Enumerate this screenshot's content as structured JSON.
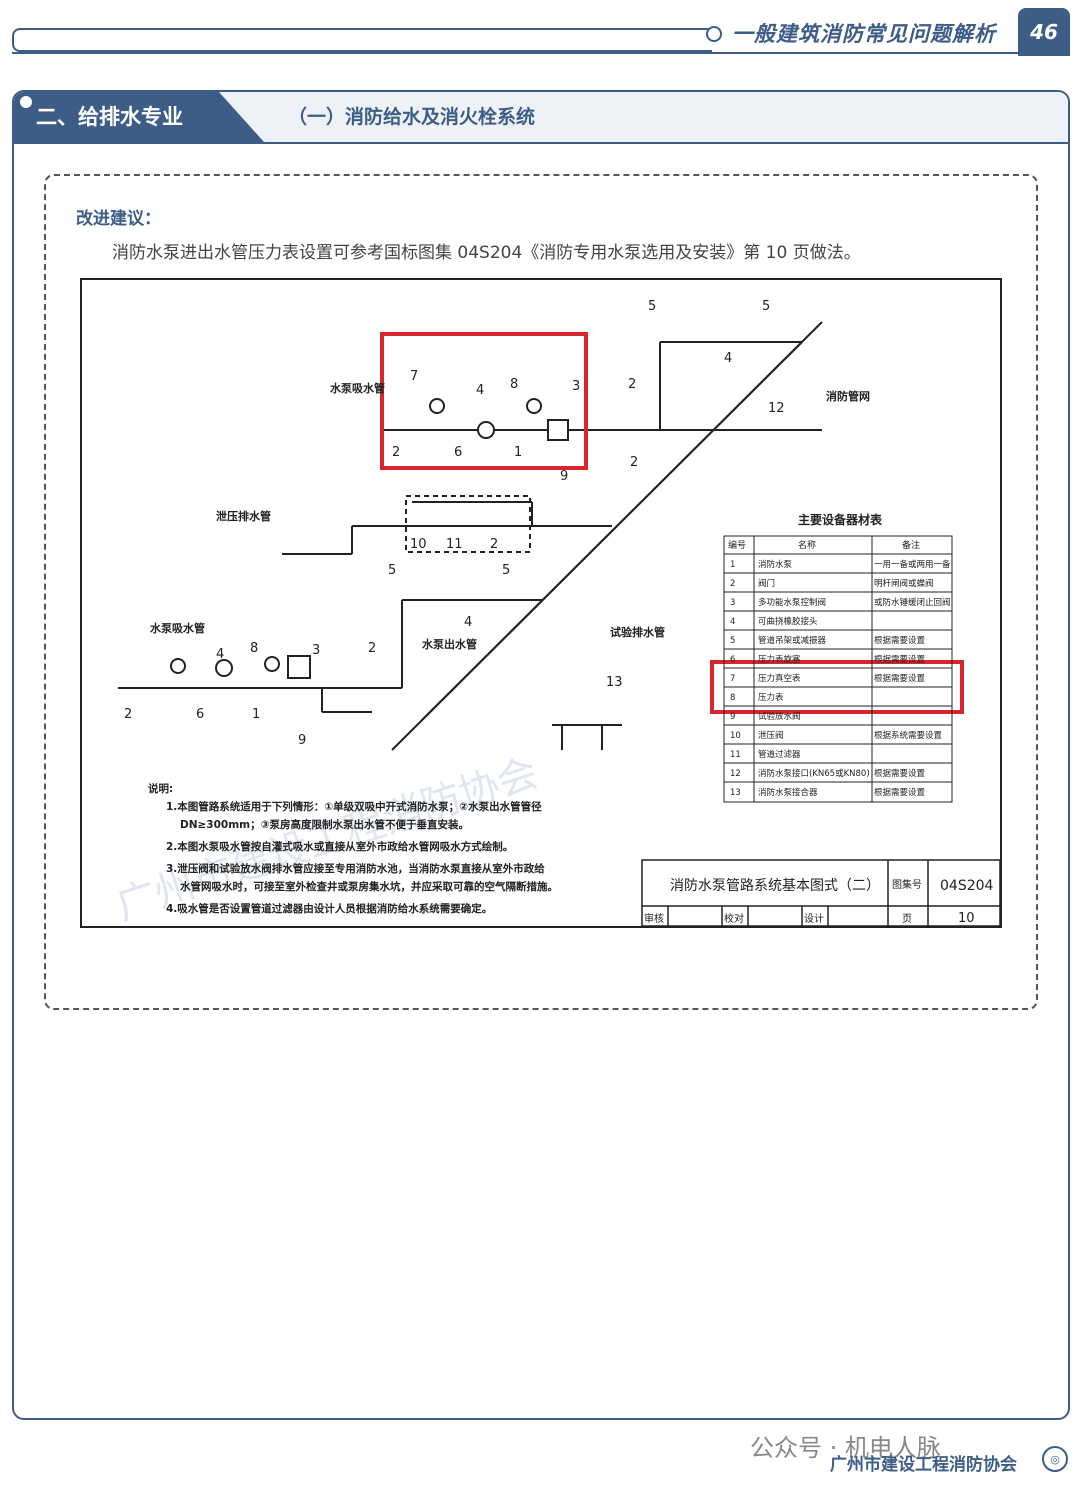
{
  "header": {
    "title": "一般建筑消防常见问题解析",
    "page_number": "46"
  },
  "section": {
    "label": "二、给排水专业",
    "sub_label": "（一）消防给水及消火栓系统"
  },
  "advice": {
    "title": "改进建议：",
    "body": "消防水泵进出水管压力表设置可参考国标图集 04S204《消防专用水泵选用及安装》第 10 页做法。"
  },
  "drawing": {
    "labels": {
      "suction_top": "水泵吸水管",
      "fire_pipe_net": "消防管网",
      "pressure_relief": "泄压排水管",
      "suction_bottom": "水泵吸水管",
      "pump_outlet": "水泵出水管",
      "test_drain": "试验排水管"
    },
    "numbers_top": [
      "7",
      "4",
      "8",
      "3",
      "2",
      "2",
      "6",
      "1",
      "5",
      "5",
      "4",
      "12",
      "9",
      "2"
    ],
    "numbers_mid": [
      "10",
      "11",
      "2"
    ],
    "numbers_bottom": [
      "4",
      "8",
      "3",
      "2",
      "2",
      "6",
      "1",
      "5",
      "5",
      "4",
      "9",
      "13"
    ],
    "table": {
      "title": "主要设备器材表",
      "headers": [
        "编号",
        "名称",
        "备注"
      ],
      "rows": [
        [
          "1",
          "消防水泵",
          "一用一备或两用一备"
        ],
        [
          "2",
          "阀门",
          "明杆闸阀或蝶阀"
        ],
        [
          "3",
          "多功能水泵控制阀",
          "或防水锤缓闭止回阀"
        ],
        [
          "4",
          "可曲挠橡胶接头",
          ""
        ],
        [
          "5",
          "管道吊架或减振器",
          "根据需要设置"
        ],
        [
          "6",
          "压力表旋塞",
          "根据需要设置"
        ],
        [
          "7",
          "压力真空表",
          "根据需要设置"
        ],
        [
          "8",
          "压力表",
          ""
        ],
        [
          "9",
          "试验放水阀",
          ""
        ],
        [
          "10",
          "泄压阀",
          "根据系统需要设置"
        ],
        [
          "11",
          "管道过滤器",
          ""
        ],
        [
          "12",
          "消防水泵接口(KN65或KN80)",
          "根据需要设置"
        ],
        [
          "13",
          "消防水泵接合器",
          "根据需要设置"
        ]
      ]
    },
    "notes": {
      "title": "说明:",
      "items": [
        "1.本图管路系统适用于下列情形：①单级双吸中开式消防水泵；②水泵出水管管径",
        "DN≥300mm；③泵房高度限制水泵出水管不便于垂直安装。",
        "2.本图水泵吸水管按自灌式吸水或直接从室外市政给水管网吸水方式绘制。",
        "3.泄压阀和试验放水阀排水管应接至专用消防水池，当消防水泵直接从室外市政给",
        "水管网吸水时，可接至室外检查井或泵房集水坑，并应采取可靠的空气隔断措施。",
        "4.吸水管是否设置管道过滤器由设计人员根据消防给水系统需要确定。"
      ]
    },
    "title_block": {
      "title": "消防水泵管路系统基本图式（二）",
      "atlas_label": "图集号",
      "atlas_no": "04S204",
      "page_label": "页",
      "page_no": "10",
      "review": "审核",
      "check": "校对",
      "design": "设计"
    },
    "watermark": "广州市建设工程消防协会"
  },
  "footer": {
    "wechat": "公众号 · 机电人脉",
    "assoc": "广州市建设工程消防协会"
  },
  "colors": {
    "brand": "#3d5d87",
    "highlight": "#d9262c"
  }
}
